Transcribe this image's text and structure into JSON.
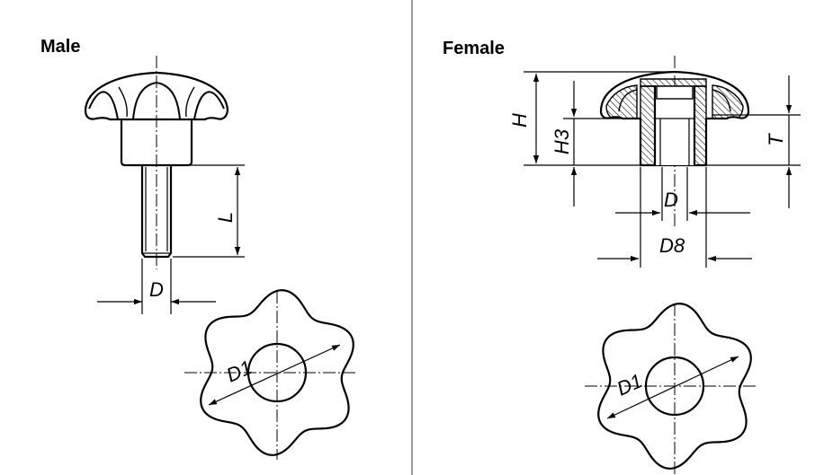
{
  "views": {
    "male": {
      "title": "Male",
      "labels": {
        "length": "L",
        "diameter": "D",
        "outer_diameter": "D1"
      }
    },
    "female": {
      "title": "Female",
      "labels": {
        "height": "H",
        "height_3": "H3",
        "thread_depth": "T",
        "diameter": "D",
        "diameter_8": "D8",
        "outer_diameter": "D1"
      }
    }
  }
}
